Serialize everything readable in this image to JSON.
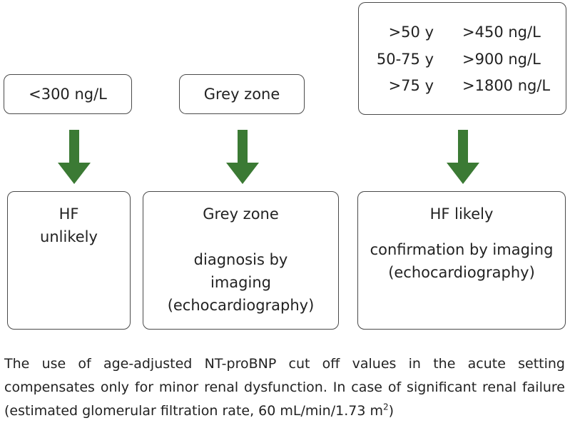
{
  "top_row": {
    "low": "<300 ng/L",
    "grey": "Grey zone",
    "age_cutoffs": [
      {
        "age": ">50 y",
        "value": ">450 ng/L"
      },
      {
        "age": "50-75 y",
        "value": ">900 ng/L"
      },
      {
        "age": ">75 y",
        "value": ">1800 ng/L"
      }
    ]
  },
  "bottom_row": {
    "left": {
      "line1": "HF",
      "line2": "unlikely"
    },
    "middle": {
      "title": "Grey zone",
      "line1": "diagnosis by",
      "line2": "imaging",
      "line3": "(echocardiography)"
    },
    "right": {
      "title": "HF likely",
      "line1": "confirmation by imaging",
      "line2": "(echocardiography)"
    }
  },
  "colors": {
    "arrow": "#3b7a34",
    "border": "#4a4a4a"
  },
  "caption": {
    "text": "The use of age-adjusted NT-proBNP cut off values in the acute setting compensates only for minor renal dysfunction. In case of significant renal failure (estimated glomerular filtration rate, 60 mL/min/1.73 m",
    "superscript": "2",
    "close": ")"
  }
}
